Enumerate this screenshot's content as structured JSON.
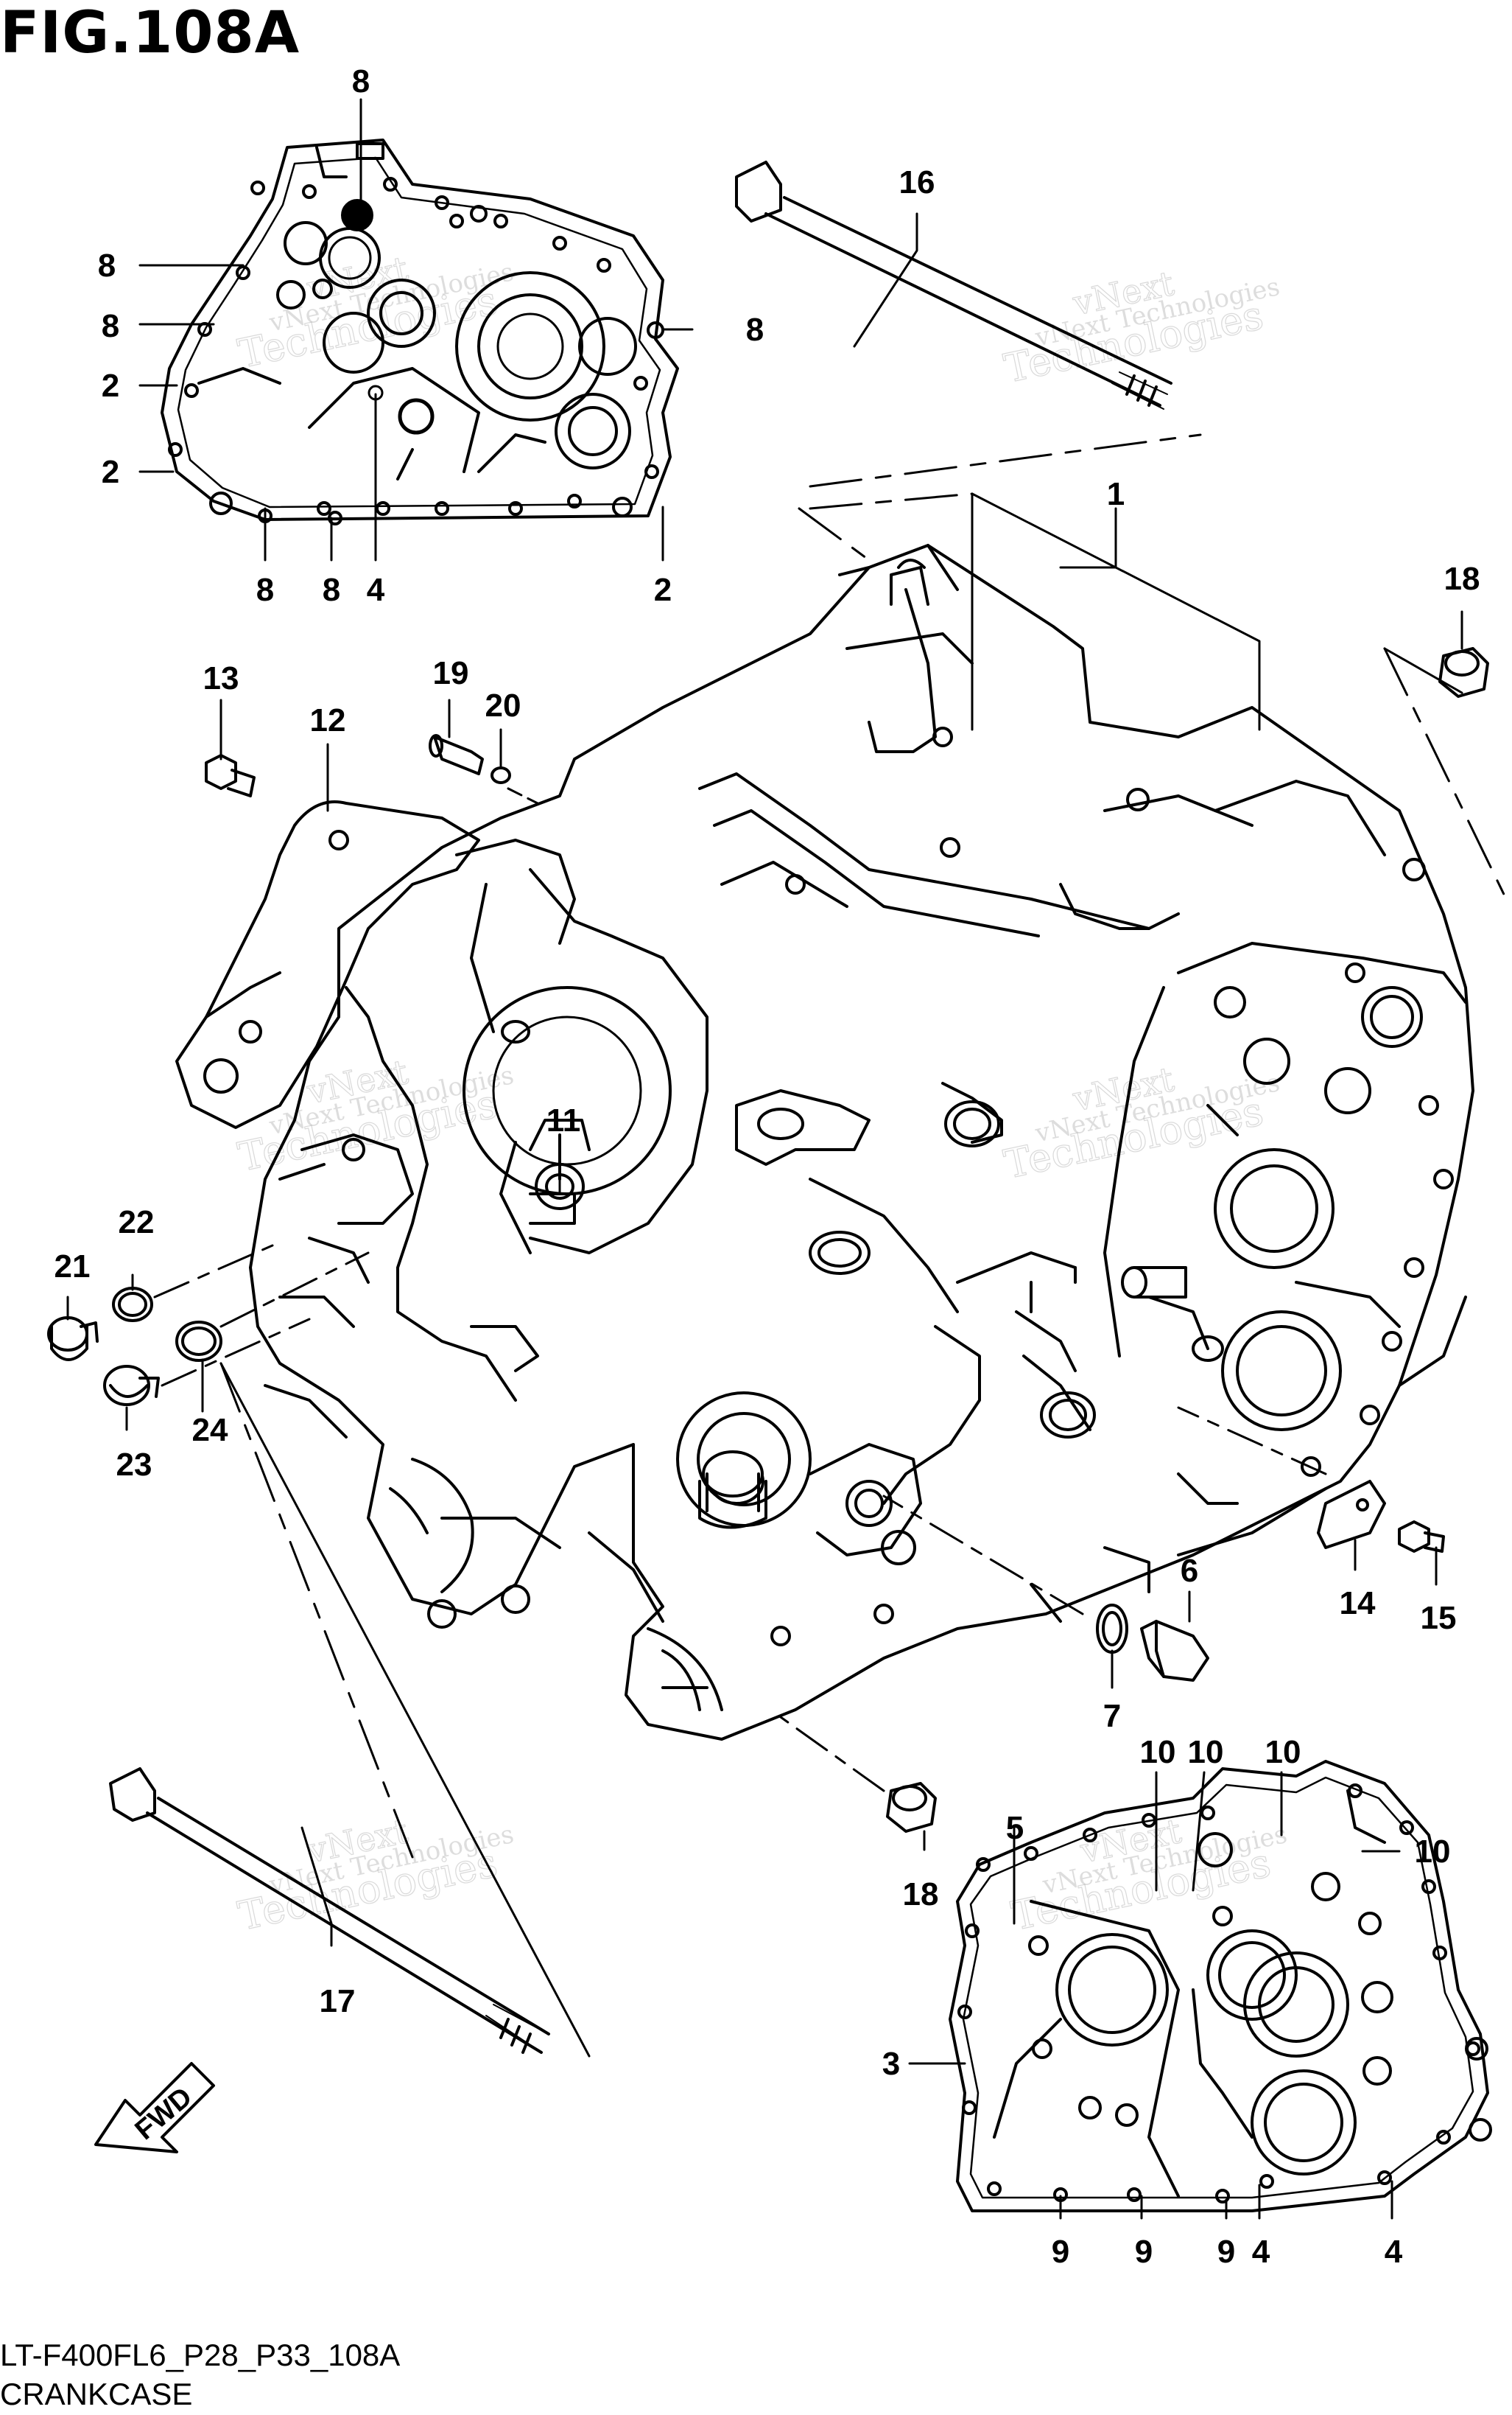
{
  "title": "FIG.108A",
  "footer": {
    "code": "LT-F400FL6_P28_P33_108A",
    "name": "CRANKCASE"
  },
  "watermark": {
    "line1": "vNext Technologies",
    "line2": "vNext",
    "line3": "Technologies"
  },
  "fwd_label": "FWD",
  "callouts": [
    {
      "id": "c8a",
      "label": "8"
    },
    {
      "id": "c8b",
      "label": "8"
    },
    {
      "id": "c8c",
      "label": "8"
    },
    {
      "id": "c8d",
      "label": "8"
    },
    {
      "id": "c2a",
      "label": "2"
    },
    {
      "id": "c2b",
      "label": "2"
    },
    {
      "id": "c8e",
      "label": "8"
    },
    {
      "id": "c8f",
      "label": "8"
    },
    {
      "id": "c4a",
      "label": "4"
    },
    {
      "id": "c2c",
      "label": "2"
    },
    {
      "id": "c16",
      "label": "16"
    },
    {
      "id": "c1",
      "label": "1"
    },
    {
      "id": "c18a",
      "label": "18"
    },
    {
      "id": "c13",
      "label": "13"
    },
    {
      "id": "c19",
      "label": "19"
    },
    {
      "id": "c20",
      "label": "20"
    },
    {
      "id": "c12",
      "label": "12"
    },
    {
      "id": "c11",
      "label": "11"
    },
    {
      "id": "c22",
      "label": "22"
    },
    {
      "id": "c21",
      "label": "21"
    },
    {
      "id": "c23",
      "label": "23"
    },
    {
      "id": "c24",
      "label": "24"
    },
    {
      "id": "c6",
      "label": "6"
    },
    {
      "id": "c14",
      "label": "14"
    },
    {
      "id": "c15",
      "label": "15"
    },
    {
      "id": "c7",
      "label": "7"
    },
    {
      "id": "c18b",
      "label": "18"
    },
    {
      "id": "c5",
      "label": "5"
    },
    {
      "id": "c10a",
      "label": "10"
    },
    {
      "id": "c10b",
      "label": "10"
    },
    {
      "id": "c10c",
      "label": "10"
    },
    {
      "id": "c10d",
      "label": "10"
    },
    {
      "id": "c17",
      "label": "17"
    },
    {
      "id": "c3",
      "label": "3"
    },
    {
      "id": "c9a",
      "label": "9"
    },
    {
      "id": "c9b",
      "label": "9"
    },
    {
      "id": "c9c",
      "label": "9"
    },
    {
      "id": "c4b",
      "label": "4"
    },
    {
      "id": "c4c",
      "label": "4"
    }
  ]
}
